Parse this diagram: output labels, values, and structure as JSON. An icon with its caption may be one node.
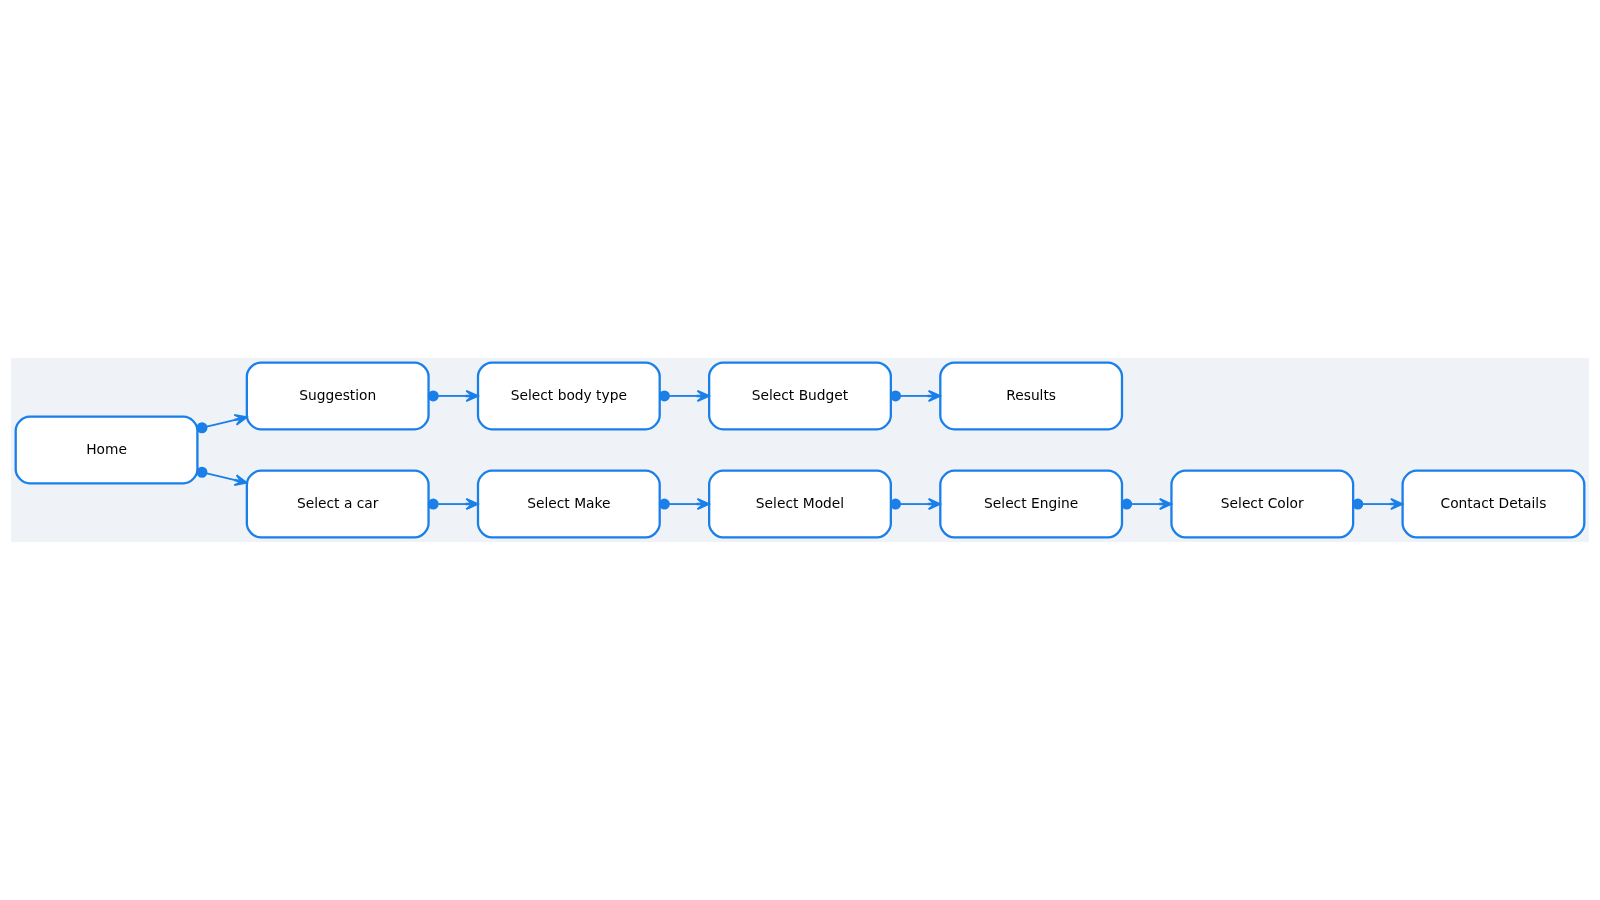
{
  "diagram": {
    "nodes": [
      {
        "text": [
          "Home"
        ]
      },
      {
        "text": [
          "Suggestion"
        ]
      },
      {
        "text": [
          "Select a car"
        ]
      },
      {
        "text": [
          "Select body type"
        ]
      },
      {
        "text": [
          "Select Budget"
        ]
      },
      {
        "text": [
          "Results"
        ]
      },
      {
        "text": [
          "Select Make"
        ]
      },
      {
        "text": [
          "Select Model"
        ]
      },
      {
        "text": [
          "Select Engine"
        ]
      },
      {
        "text": [
          "Select Color"
        ]
      },
      {
        "text": [
          "Contact Details"
        ]
      }
    ],
    "edges": [
      {
        "from": 0,
        "to": 1,
        "arrow": "to"
      },
      {
        "from": 0,
        "to": 2,
        "arrow": "to"
      },
      {
        "from": 1,
        "to": 3,
        "arrow": "to"
      },
      {
        "from": 3,
        "to": 4,
        "arrow": "to"
      },
      {
        "from": 4,
        "to": 5,
        "arrow": "to"
      },
      {
        "from": 2,
        "to": 6,
        "arrow": "to"
      },
      {
        "from": 6,
        "to": 7,
        "arrow": "to"
      },
      {
        "from": 7,
        "to": 8,
        "arrow": "to"
      },
      {
        "from": 8,
        "to": 9,
        "arrow": "to"
      },
      {
        "from": 9,
        "to": 10,
        "arrow": "to"
      }
    ]
  }
}
